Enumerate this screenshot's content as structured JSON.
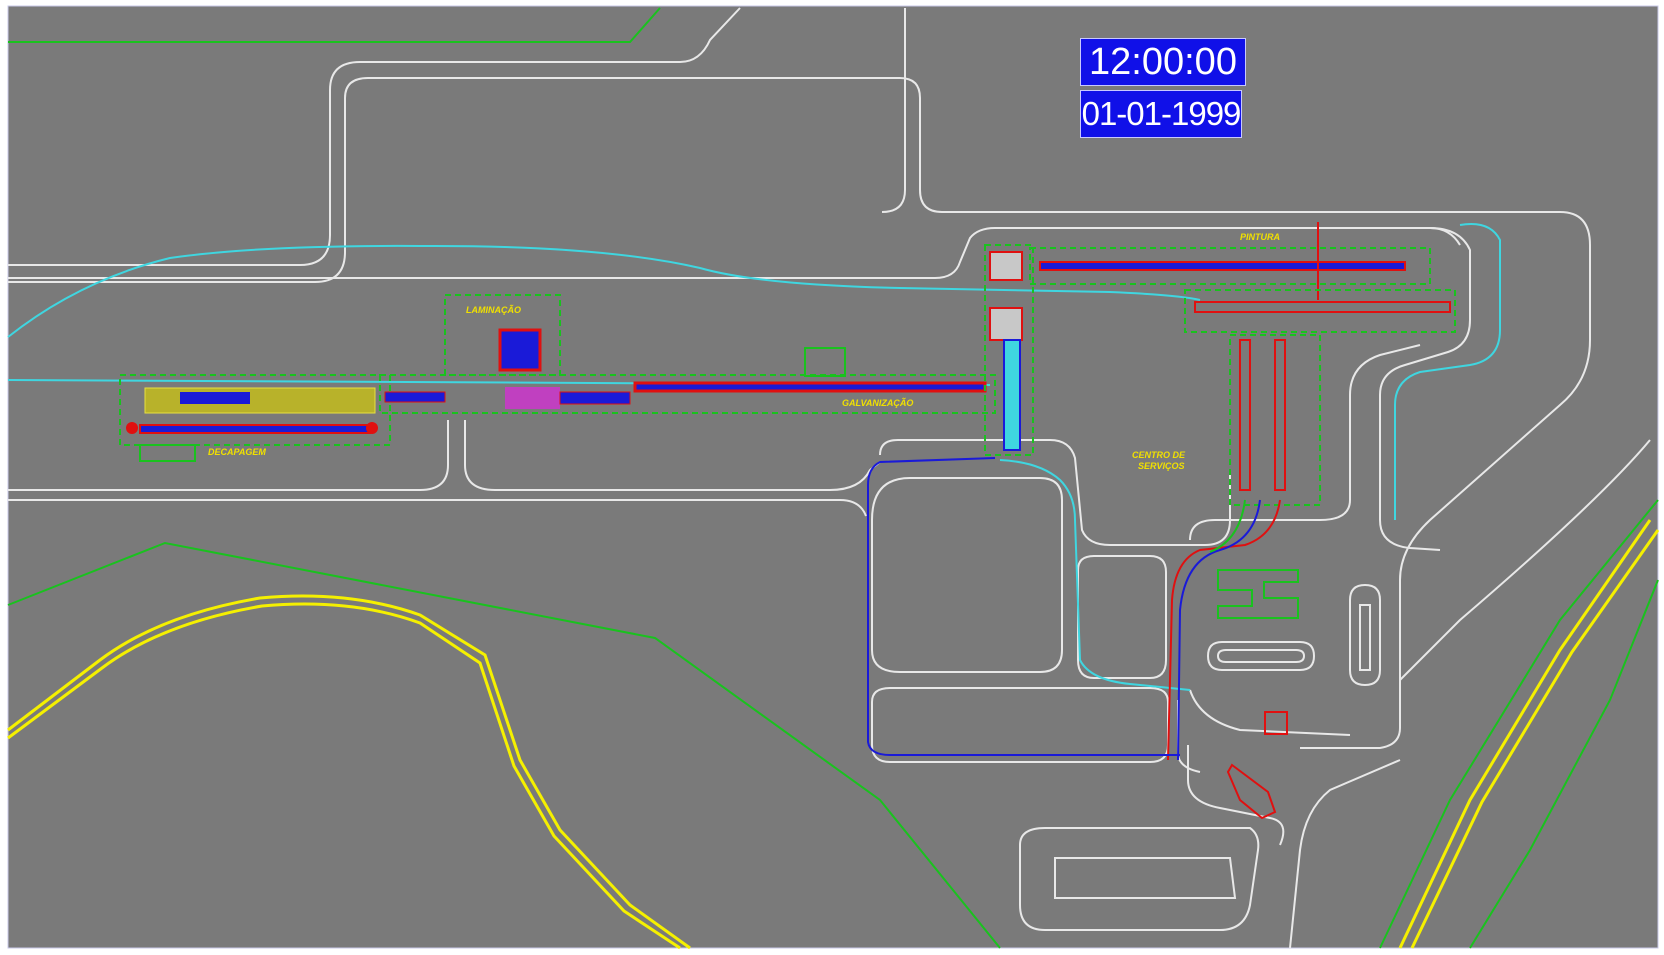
{
  "clock": {
    "time": "12:00:00",
    "date": "01-01-1999"
  },
  "labels": {
    "laminacao": "LAMINAÇÃO",
    "decapagem": "DECAPAGEM",
    "galvanizacao": "GALVANIZAÇÃO",
    "pintura": "PINTURA",
    "centro_servicos_1": "CENTRO DE",
    "centro_servicos_2": "SERVIÇOS"
  },
  "colors": {
    "background": "#7a7a7a",
    "road": "#e8e8e8",
    "boundary": "#19c21e",
    "rail": "#f5f000",
    "process_red": "#e01010",
    "process_blue": "#1a1ad8",
    "cyan_line": "#3fd6e0",
    "clock_bg": "#1010e8",
    "label": "#f0e000"
  }
}
